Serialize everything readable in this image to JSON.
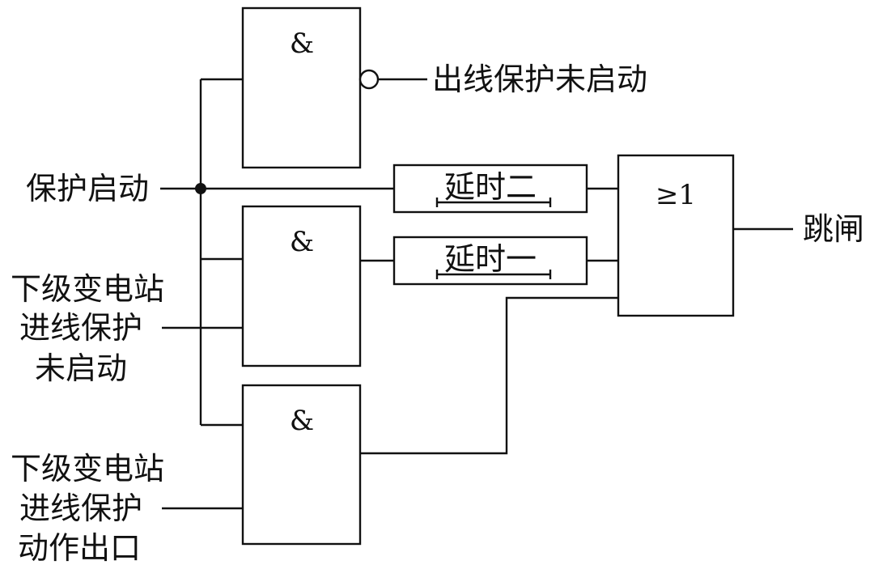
{
  "inputs": {
    "protection_start": "保护启动",
    "lower_station_not_started": [
      "下级变电站",
      "进线保护",
      "未启动"
    ],
    "lower_station_operated": [
      "下级变电站",
      "进线保护",
      "动作出口"
    ]
  },
  "gates": {
    "and_top": "&",
    "and_middle": "&",
    "and_bottom": "&",
    "or_gate": "≥1"
  },
  "timers": {
    "delay_two": "延时二",
    "delay_one": "延时一"
  },
  "outputs": {
    "outgoing_line_not_started": "出线保护未启动",
    "trip": "跳闸"
  }
}
